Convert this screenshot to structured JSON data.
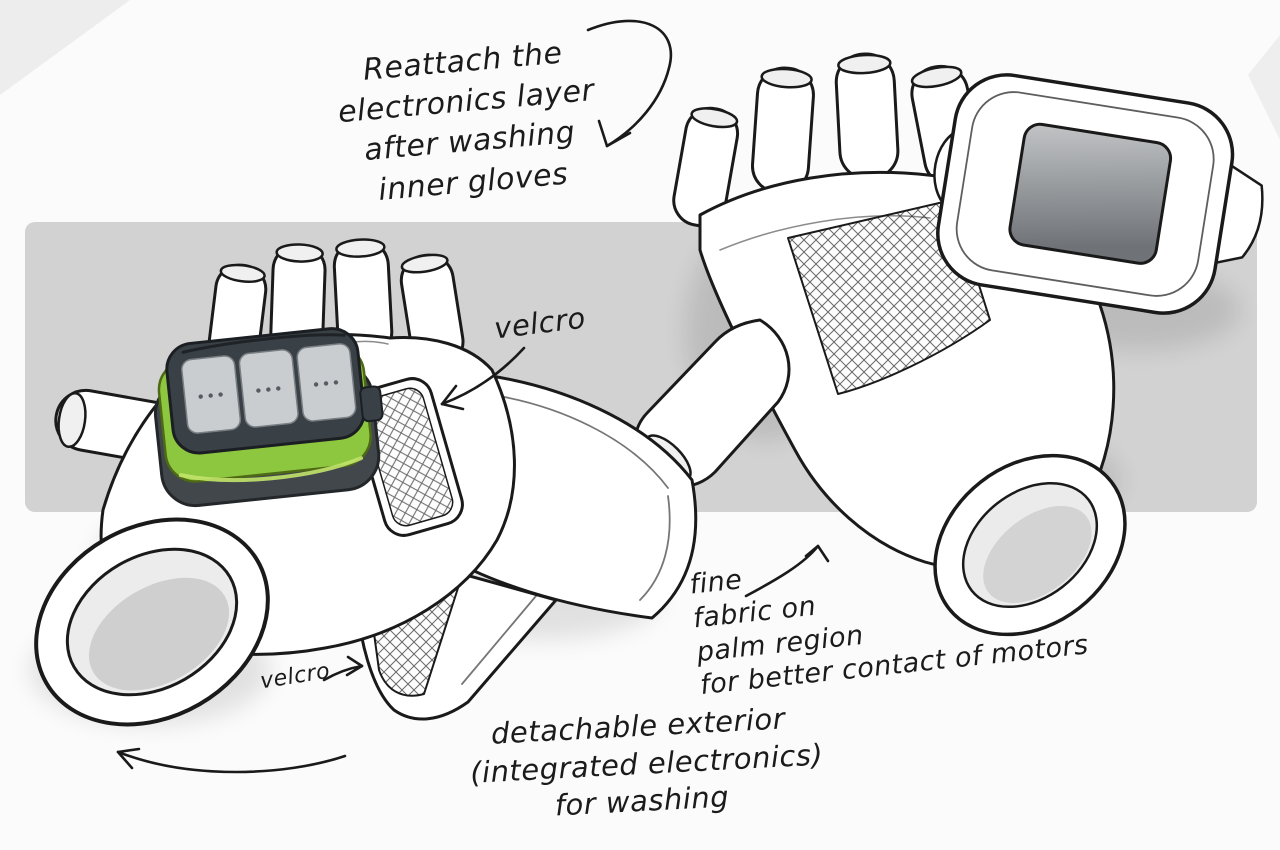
{
  "colors": {
    "background": "#fbfbfb",
    "band_gray": "#d2d2d2",
    "ink": "#1a1a1a",
    "module_green": "#8dc63f",
    "module_dark": "#394046"
  },
  "annotations": {
    "reattach": {
      "lines": [
        "Reattach the",
        "electronics layer",
        "after washing",
        "inner gloves"
      ]
    },
    "velcro_top": {
      "label": "velcro"
    },
    "velcro_bottom": {
      "label": "velcro"
    },
    "fine_fabric": {
      "lines": [
        "fine",
        "fabric on",
        "palm region",
        "for better contact of motors"
      ]
    },
    "detachable": {
      "lines": [
        "detachable exterior",
        "(integrated electronics)",
        "for washing"
      ]
    }
  }
}
